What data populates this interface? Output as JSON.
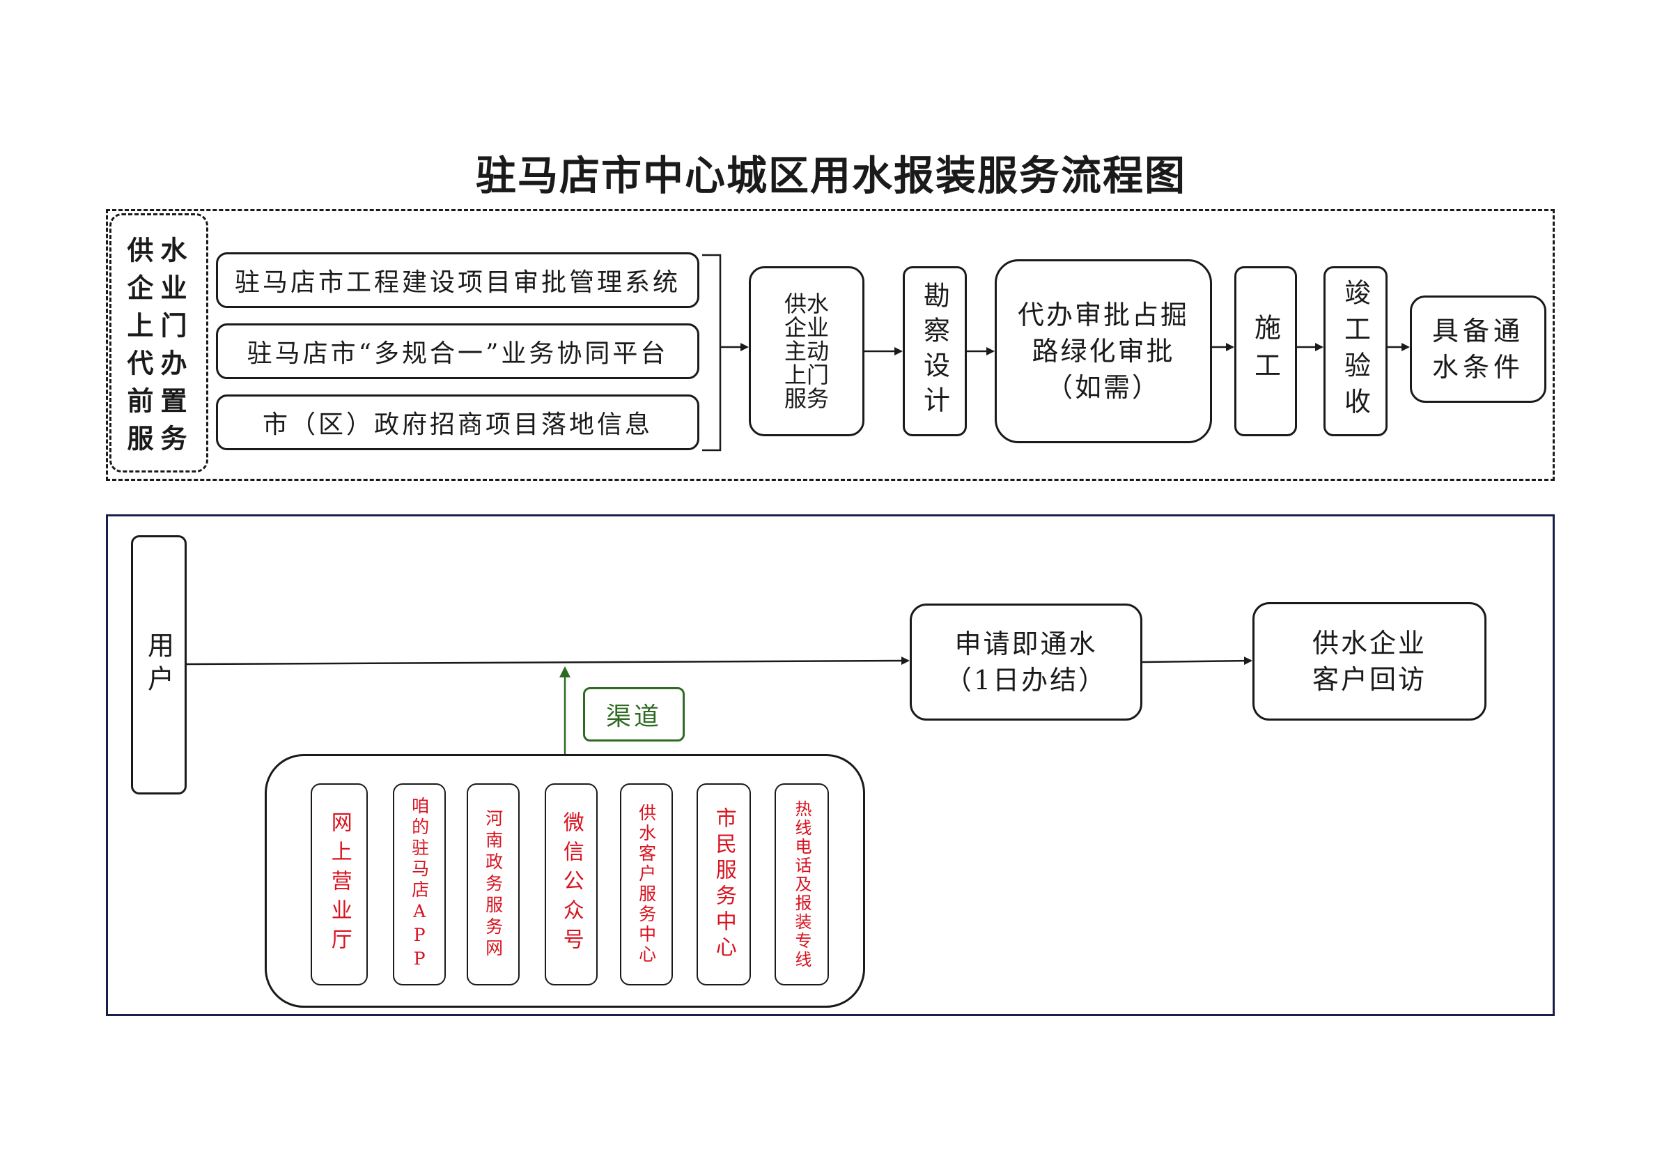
{
  "title": "驻马店市中心城区用水报装服务流程图",
  "pre_service": {
    "label": "供水企业上门代办前置服务",
    "col_a": "水业门办置务",
    "col_b": "供企上代前服"
  },
  "sources": [
    "驻马店市工程建设项目审批管理系统",
    "驻马店市“多规合一”业务协同平台",
    "市（区）政府招商项目落地信息"
  ],
  "steps": {
    "door_service": "供水企业主动上门服务",
    "survey": "勘察设计",
    "approval_line1": "代办审批占掘",
    "approval_line2": "路绿化审批",
    "approval_line3": "（如需）",
    "construction": "施工",
    "acceptance": "竣工验收",
    "ready_line1": "具备通",
    "ready_line2": "水条件"
  },
  "user": "用户",
  "apply_line1": "申请即通水",
  "apply_line2": "（1日办结）",
  "visit_line1": "供水企业",
  "visit_line2": "客户回访",
  "channel_label": "渠道",
  "channels": [
    "网上营业厅",
    "咱的驻马店APP",
    "河南政务服务网",
    "微信公众号",
    "供水客户服务中心",
    "市民服务中心",
    "热线电话及报装专线"
  ],
  "colors": {
    "channel_text": "#d8121f",
    "channel_arrow": "#2e6b22",
    "line": "#1a1a1a"
  }
}
